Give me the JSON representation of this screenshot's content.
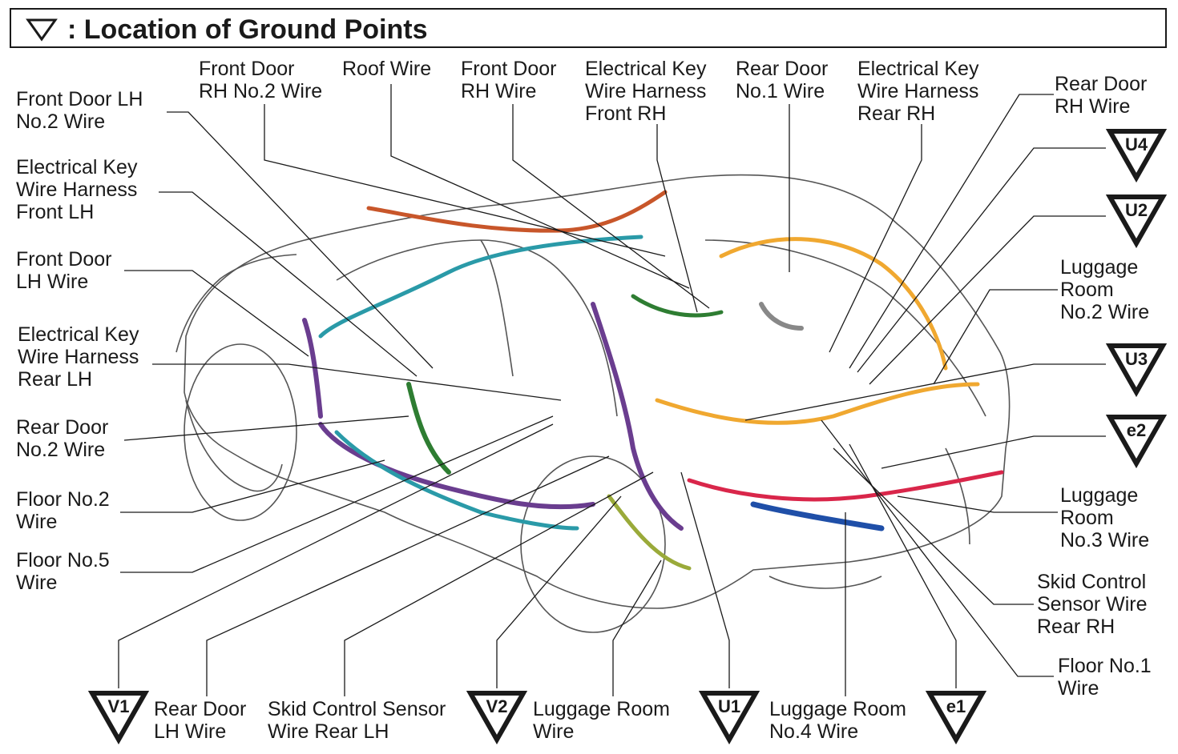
{
  "title": {
    "symbol": "∇",
    "text": ": Location of Ground Points"
  },
  "wire_labels": {
    "front_door_lh_no2": [
      "Front Door LH",
      "No.2 Wire"
    ],
    "elec_key_front_lh": [
      "Electrical Key",
      "Wire Harness",
      "Front LH"
    ],
    "front_door_lh": [
      "Front Door",
      "LH Wire"
    ],
    "elec_key_rear_lh": [
      "Electrical Key",
      "Wire Harness",
      "Rear LH"
    ],
    "rear_door_no2": [
      "Rear Door",
      "No.2 Wire"
    ],
    "floor_no2": [
      "Floor No.2",
      "Wire"
    ],
    "floor_no5": [
      "Floor No.5",
      "Wire"
    ],
    "front_door_rh_no2": [
      "Front Door",
      "RH No.2 Wire"
    ],
    "roof_wire": [
      "Roof Wire"
    ],
    "front_door_rh": [
      "Front Door",
      "RH Wire"
    ],
    "elec_key_front_rh": [
      "Electrical Key",
      "Wire Harness",
      "Front RH"
    ],
    "rear_door_no1": [
      "Rear Door",
      "No.1 Wire"
    ],
    "elec_key_rear_rh": [
      "Electrical Key",
      "Wire Harness",
      "Rear RH"
    ],
    "rear_door_rh": [
      "Rear Door",
      "RH Wire"
    ],
    "luggage_room_no2": [
      "Luggage",
      "Room",
      "No.2 Wire"
    ],
    "luggage_room_no3": [
      "Luggage",
      "Room",
      "No.3 Wire"
    ],
    "skid_control_rear_rh": [
      "Skid Control",
      "Sensor Wire",
      "Rear RH"
    ],
    "floor_no1": [
      "Floor No.1",
      "Wire"
    ],
    "rear_door_lh": [
      "Rear Door",
      "LH Wire"
    ],
    "skid_control_rear_lh": [
      "Skid Control Sensor",
      "Wire Rear LH"
    ],
    "luggage_room": [
      "Luggage Room",
      "Wire"
    ],
    "luggage_room_no4": [
      "Luggage Room",
      "No.4 Wire"
    ]
  },
  "ground_points": {
    "u4": "U4",
    "u2": "U2",
    "u3": "U3",
    "e2": "e2",
    "v1": "V1",
    "v2": "V2",
    "u1": "U1",
    "e1": "e1"
  },
  "colors": {
    "line": "#1a1a1a",
    "outline": "#555555",
    "harness_purple": "#6a3d8f",
    "harness_teal": "#2a9aa8",
    "harness_orange": "#f0a830",
    "harness_green": "#2e7d32",
    "harness_olive": "#9aaa3a",
    "harness_red": "#d9264a",
    "harness_blue": "#1f4fa8",
    "harness_rust": "#c8562a"
  }
}
